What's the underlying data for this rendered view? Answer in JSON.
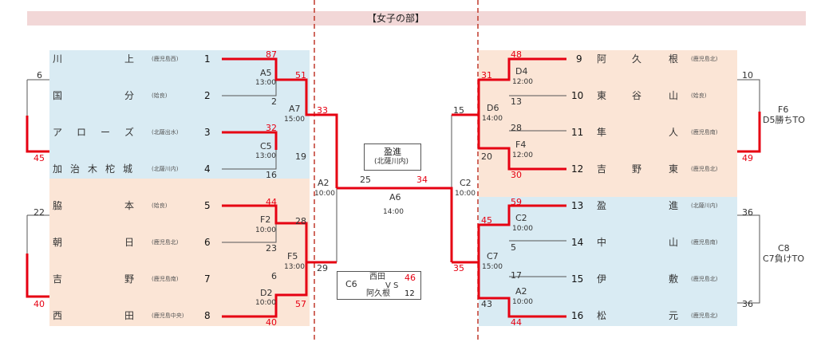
{
  "title": "【女子の部】",
  "left_teams": [
    {
      "seed": "1",
      "name": [
        "川",
        "",
        "",
        "上"
      ],
      "pref": "(鹿児島西)",
      "score": "87",
      "loser": false
    },
    {
      "seed": "2",
      "name": [
        "国",
        "",
        "",
        "分"
      ],
      "pref": "(姶良)",
      "score": "2",
      "loser": false
    },
    {
      "seed": "3",
      "name": [
        "ア",
        "ロ",
        "ー",
        "ズ"
      ],
      "pref": "(北薩出水)",
      "score": "32",
      "loser": false
    },
    {
      "seed": "4",
      "name": [
        "加",
        "治",
        "木",
        "柁",
        "城"
      ],
      "pref": "(北薩川内)",
      "score": "16",
      "loser": false
    },
    {
      "seed": "5",
      "name": [
        "脇",
        "",
        "",
        "本"
      ],
      "pref": "(姶良)",
      "score": "44",
      "loser": false
    },
    {
      "seed": "6",
      "name": [
        "朝",
        "",
        "",
        "日"
      ],
      "pref": "(鹿児島北)",
      "score": "23",
      "loser": false
    },
    {
      "seed": "7",
      "name": [
        "吉",
        "",
        "",
        "野"
      ],
      "pref": "(鹿児島南)",
      "score": "6",
      "loser": false
    },
    {
      "seed": "8",
      "name": [
        "西",
        "",
        "",
        "田"
      ],
      "pref": "(鹿児島中央)",
      "score": "40",
      "loser": false
    }
  ],
  "right_teams": [
    {
      "seed": "9",
      "name": [
        "阿",
        "久",
        "根"
      ],
      "pref": "(鹿児島北)"
    },
    {
      "seed": "10",
      "name": [
        "東",
        "谷",
        "山"
      ],
      "pref": "(姶良)"
    },
    {
      "seed": "11",
      "name": [
        "隼",
        "",
        "人"
      ],
      "pref": "(鹿児島南)"
    },
    {
      "seed": "12",
      "name": [
        "吉",
        "野",
        "東"
      ],
      "pref": "(鹿児島北)"
    },
    {
      "seed": "13",
      "name": [
        "盈",
        "",
        "進"
      ],
      "pref": "(北薩川内)"
    },
    {
      "seed": "14",
      "name": [
        "中",
        "",
        "山"
      ],
      "pref": "(鹿児島南)"
    },
    {
      "seed": "15",
      "name": [
        "伊",
        "",
        "敷"
      ],
      "pref": "(鹿児島北)"
    },
    {
      "seed": "16",
      "name": [
        "松",
        "",
        "元"
      ],
      "pref": "(鹿児島北)"
    }
  ],
  "matches": {
    "A5": {
      "code": "A5",
      "time": "13:00"
    },
    "C5": {
      "code": "C5",
      "time": "13:00"
    },
    "A7": {
      "code": "A7",
      "time": "15:00"
    },
    "F2": {
      "code": "F2",
      "time": "10:00"
    },
    "D2": {
      "code": "D2",
      "time": "10:00"
    },
    "F5": {
      "code": "F5",
      "time": "13:00"
    },
    "A2L": {
      "code": "A2",
      "time": "10:00"
    },
    "A6": {
      "code": "A6",
      "time": "14:00"
    },
    "C2L": {
      "code": "C2",
      "time": "10:00"
    },
    "D4": {
      "code": "D4",
      "time": "12:00"
    },
    "F4": {
      "code": "F4",
      "time": "12:00"
    },
    "D6": {
      "code": "D6",
      "time": "14:00"
    },
    "C2R": {
      "code": "C2",
      "time": "10:00"
    },
    "A2R": {
      "code": "A2",
      "time": "10:00"
    },
    "C7": {
      "code": "C7",
      "time": "15:00"
    }
  },
  "scores": {
    "s87": "87",
    "s2": "2",
    "s32": "32",
    "s16": "16",
    "s51": "51",
    "s19": "19",
    "s33": "33",
    "s44": "44",
    "s23": "23",
    "s6": "6",
    "s40": "40",
    "s28": "28",
    "s57": "57",
    "s29": "29",
    "s40b": "40",
    "s25": "25",
    "s34": "34",
    "s48": "48",
    "s13": "13",
    "s28r": "28",
    "s30": "30",
    "s31": "31",
    "s20": "20",
    "s15": "15",
    "s59": "59",
    "s5": "5",
    "s17": "17",
    "s44r": "44",
    "s45": "45",
    "s43": "43",
    "s35": "35"
  },
  "side": {
    "l6": "6",
    "l45": "45",
    "l22": "22",
    "l40": "40",
    "r10": "10",
    "r49": "49",
    "r36a": "36",
    "r36b": "36",
    "f6_code": "F6",
    "f6_note": "D5勝ちTO",
    "c8_code": "C8",
    "c8_note": "C7負けTO"
  },
  "champion": {
    "name": "盈進",
    "pref": "(北薩川内)"
  },
  "c6": {
    "code": "C6",
    "team1": "西田",
    "score1": "46",
    "vs": "V S",
    "team2": "阿久根",
    "score2": "12"
  }
}
